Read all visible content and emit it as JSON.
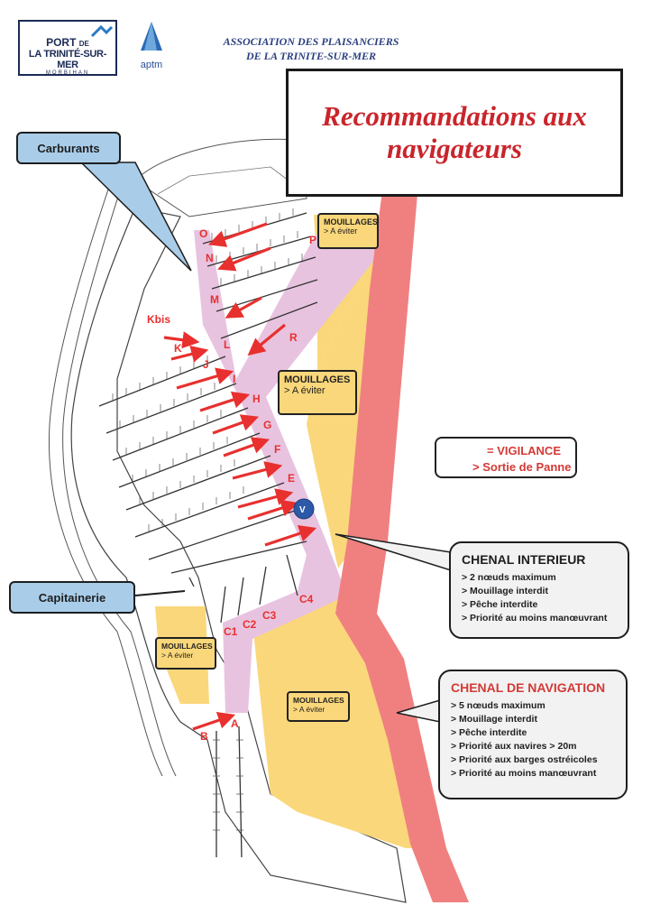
{
  "header": {
    "logo_line1": "PORT",
    "logo_line1_small": "DE",
    "logo_line2": "LA TRINITÉ-SUR-MER",
    "logo_line3": "MORBIHAN",
    "aptm_label": "aptm",
    "association_line1": "ASSOCIATION DES PLAISANCIERS",
    "association_line2": "DE LA TRINITE-SUR-MER"
  },
  "title": "Recommandations aux navigateurs",
  "callouts": {
    "fuel": "Carburants",
    "harbour_office": "Capitainerie"
  },
  "mooring_zones": [
    {
      "title": "MOUILLAGES",
      "note": "> A éviter"
    },
    {
      "title": "MOUILLAGES",
      "note": "> A éviter"
    },
    {
      "title": "MOUILLAGES",
      "note": "> A éviter"
    },
    {
      "title": "MOUILLAGES",
      "note": "> A éviter"
    }
  ],
  "legend": {
    "line1": "= VIGILANCE",
    "line2": "> Sortie de Panne"
  },
  "inner_channel": {
    "title": "CHENAL INTERIEUR",
    "items": [
      "> 2 nœuds maximum",
      "> Mouillage interdit",
      "> Pêche interdite",
      "> Priorité au moins manœuvrant"
    ]
  },
  "navigation_channel": {
    "title": "CHENAL DE NAVIGATION",
    "items": [
      "> 5 nœuds maximum",
      "> Mouillage interdit",
      "> Pêche interdite",
      "> Priorité aux navires > 20m",
      "> Priorité aux barges ostréicoles",
      "> Priorité au moins manœuvrant"
    ]
  },
  "pontoons": [
    "O",
    "P",
    "N",
    "M",
    "R",
    "L",
    "Kbis",
    "K",
    "J",
    "I",
    "H",
    "G",
    "F",
    "E",
    "V",
    "C4",
    "C3",
    "C2",
    "C1",
    "A",
    "B"
  ],
  "colors": {
    "navigation_channel": "#f08080",
    "inner_channel": "#e8c3df",
    "mooring": "#fad77a",
    "arrow": "#e8302e",
    "title_red": "#c9252b",
    "callout_blue": "#a9cde9",
    "buoy_v": "#2d5aa8"
  },
  "icons": [
    "vigilance-arrow-icon",
    "aptm-sail-icon",
    "port-wave-icon"
  ]
}
